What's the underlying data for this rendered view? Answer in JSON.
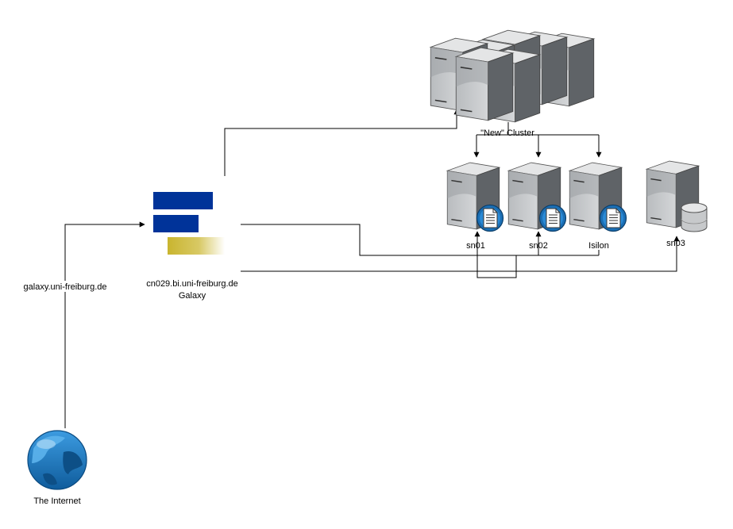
{
  "diagram": {
    "nodes": {
      "internet": {
        "label": "The Internet",
        "icon": "globe-icon"
      },
      "galaxy": {
        "label_line1": "cn029.bi.uni-freiburg.de",
        "label_line2": "Galaxy",
        "icon": "galaxy-logo"
      },
      "cluster": {
        "label": "\"New\" Cluster",
        "icon": "server-rack-icon"
      },
      "sn01": {
        "label": "sn01",
        "icon": "file-server-icon"
      },
      "sn02": {
        "label": "sn02",
        "icon": "file-server-icon"
      },
      "isilon": {
        "label": "Isilon",
        "icon": "file-server-icon"
      },
      "sn03": {
        "label": "sn03",
        "icon": "database-server-icon"
      }
    },
    "edges": {
      "internet_to_galaxy": {
        "label": "galaxy.uni-freiburg.de"
      }
    }
  },
  "colors": {
    "galaxy_blue": "#003399",
    "galaxy_gold": "#c9b52f",
    "globe_blue": "#1e7bc4",
    "server_dark": "#6d7175",
    "server_light": "#c8cacc"
  }
}
